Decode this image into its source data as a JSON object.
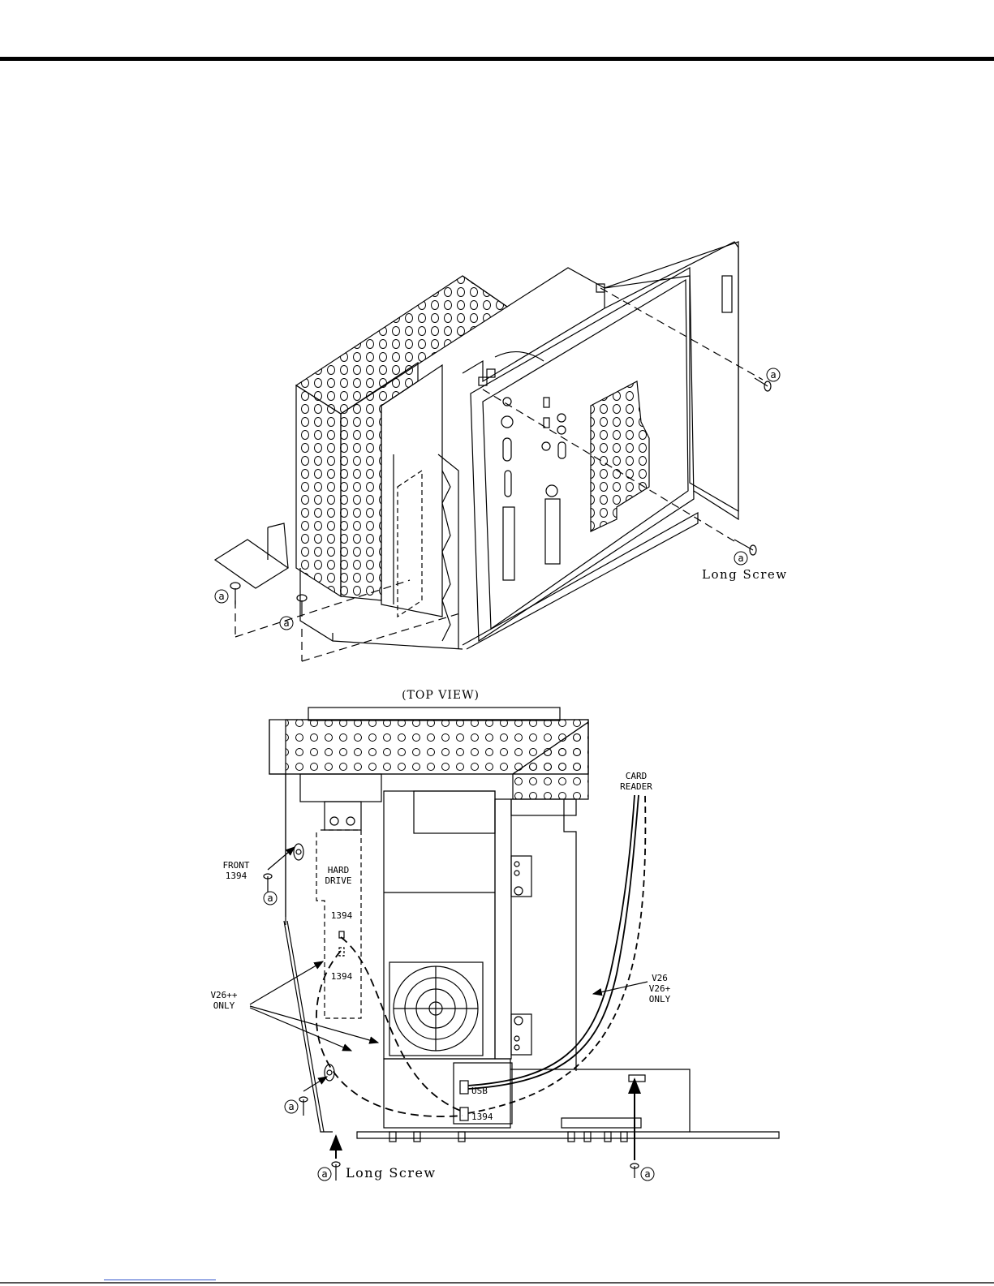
{
  "labels": {
    "circle_a": "a",
    "long_screw": "Long Screw",
    "top_view": "(TOP VIEW)",
    "card_reader_1": "CARD",
    "card_reader_2": "READER",
    "front_1394_1": "FRONT",
    "front_1394_2": "1394",
    "hard_drive_1": "HARD",
    "hard_drive_2": "DRIVE",
    "port_1394_upper": "1394",
    "port_1394_lower": "1394",
    "v26pp_1": "V26++",
    "v26pp_2": "ONLY",
    "v26_1": "V26",
    "v26_2": "V26+",
    "v26_3": "ONLY",
    "usb": "USB",
    "port_1394_bottom": "1394"
  }
}
